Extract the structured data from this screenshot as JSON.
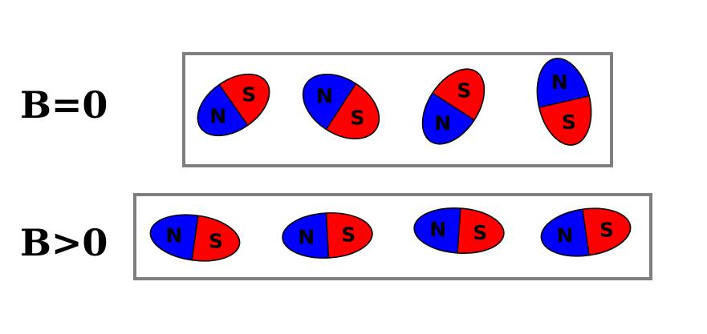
{
  "rows": {
    "zero_field": {
      "label": "B=0",
      "magnets": [
        {
          "north": "N",
          "south": "S"
        },
        {
          "north": "N",
          "south": "S"
        },
        {
          "north": "N",
          "south": "S"
        },
        {
          "north": "N",
          "south": "S"
        }
      ]
    },
    "positive_field": {
      "label": "B>0",
      "magnets": [
        {
          "north": "N",
          "south": "S"
        },
        {
          "north": "N",
          "south": "S"
        },
        {
          "north": "N",
          "south": "S"
        },
        {
          "north": "N",
          "south": "S"
        }
      ]
    }
  },
  "colors": {
    "north": "#0000ff",
    "south": "#ff0000",
    "outline": "#000000",
    "panel_border": "#7f7f7f",
    "pole_text": "#000000"
  }
}
